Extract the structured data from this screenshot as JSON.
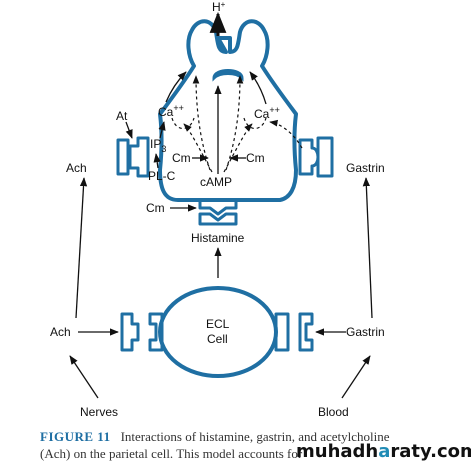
{
  "figure": {
    "caption_label": "FIGURE 11",
    "caption_line1": "Interactions of histamine, gastrin, and acetylcholine",
    "caption_line2": "(Ach) on the parietal cell. This model accounts for",
    "watermark_a": "muhadh",
    "watermark_dot": "a",
    "watermark_b": "raty.com"
  },
  "labels": {
    "h_plus": "H+",
    "h_base": "H",
    "h_sup": "+",
    "at": "At",
    "ach_top": "Ach",
    "gastrin_top": "Gastrin",
    "ca_left_base": "Ca",
    "ca_left_sup": "++",
    "ca_right_base": "Ca",
    "ca_right_sup": "++",
    "ip3_base": "IP",
    "ip3_sub": "3",
    "cm_left": "Cm",
    "cm_right": "Cm",
    "plc": "PL-C",
    "camp": "cAMP",
    "cm_receptor": "Cm",
    "histamine": "Histamine",
    "ecl_line1": "ECL",
    "ecl_line2": "Cell",
    "ach_bottom": "Ach",
    "gastrin_bottom": "Gastrin",
    "nerves": "Nerves",
    "blood": "Blood"
  },
  "colors": {
    "membrane": "#1f6fa3",
    "arrow": "#111111",
    "caption_label": "#1f6fa3",
    "watermark_accent": "#1f8bb5"
  }
}
